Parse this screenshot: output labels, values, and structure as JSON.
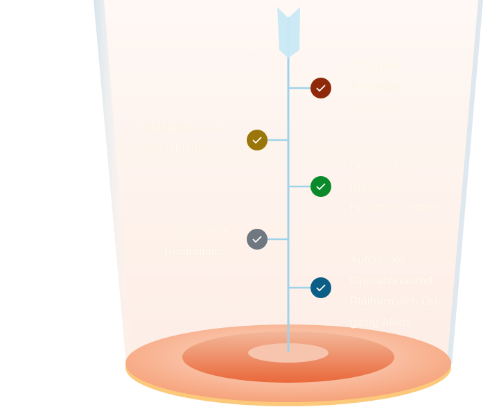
{
  "diagram": {
    "milestones": [
      {
        "label": "Complete Population Analysed",
        "side": "right",
        "color": "#8e2a0a"
      },
      {
        "label": "Continuous & On-going Monitoring",
        "side": "left",
        "color": "#9a7608"
      },
      {
        "label": "Preventive, Predictive & Proactive Testing",
        "side": "right",
        "color": "#0b8a2c"
      },
      {
        "label": "Spellcheck Remediation",
        "side": "left",
        "color": "#6f7780"
      },
      {
        "label": "Automated Operationalized Platform with On-going Alerts",
        "side": "right",
        "color": "#0d5e86"
      }
    ],
    "colors": {
      "arrow": "#9fd3ea",
      "cup": "#fdf3ee",
      "base": "#f08a5a",
      "rim": "#fcc87a"
    }
  }
}
